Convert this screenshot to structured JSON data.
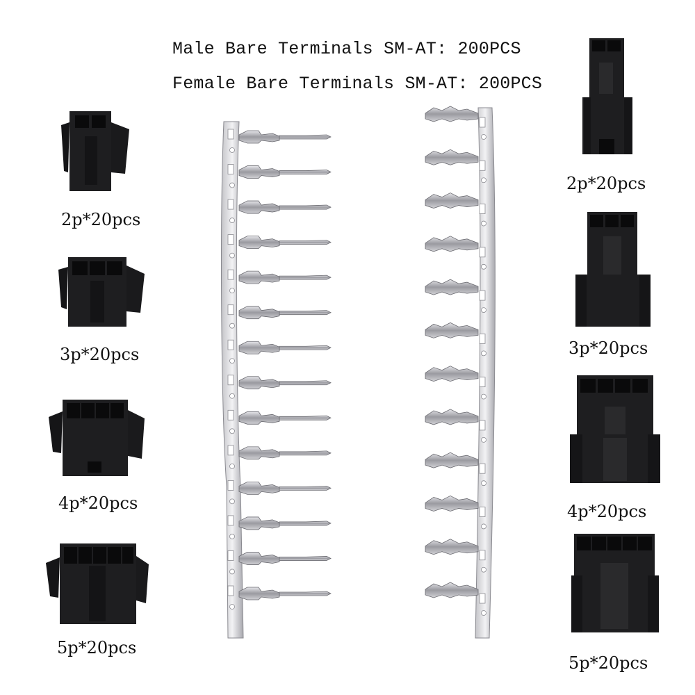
{
  "headings": {
    "male": "Male Bare Terminals SM-AT: 200PCS",
    "female": "Female Bare Terminals SM-AT: 200PCS"
  },
  "left_connectors": [
    {
      "label": "2p*20pcs",
      "pins": 2
    },
    {
      "label": "3p*20pcs",
      "pins": 3
    },
    {
      "label": "4p*20pcs",
      "pins": 4
    },
    {
      "label": "5p*20pcs",
      "pins": 5
    }
  ],
  "right_connectors": [
    {
      "label": "2p*20pcs",
      "pins": 2
    },
    {
      "label": "3p*20pcs",
      "pins": 3
    },
    {
      "label": "4p*20pcs",
      "pins": 4
    },
    {
      "label": "5p*20pcs",
      "pins": 5
    }
  ],
  "terminal_strips": {
    "male_count": 14,
    "female_count": 12
  },
  "colors": {
    "housing": "#1a1a1c",
    "metal": "#b8b8bc"
  }
}
